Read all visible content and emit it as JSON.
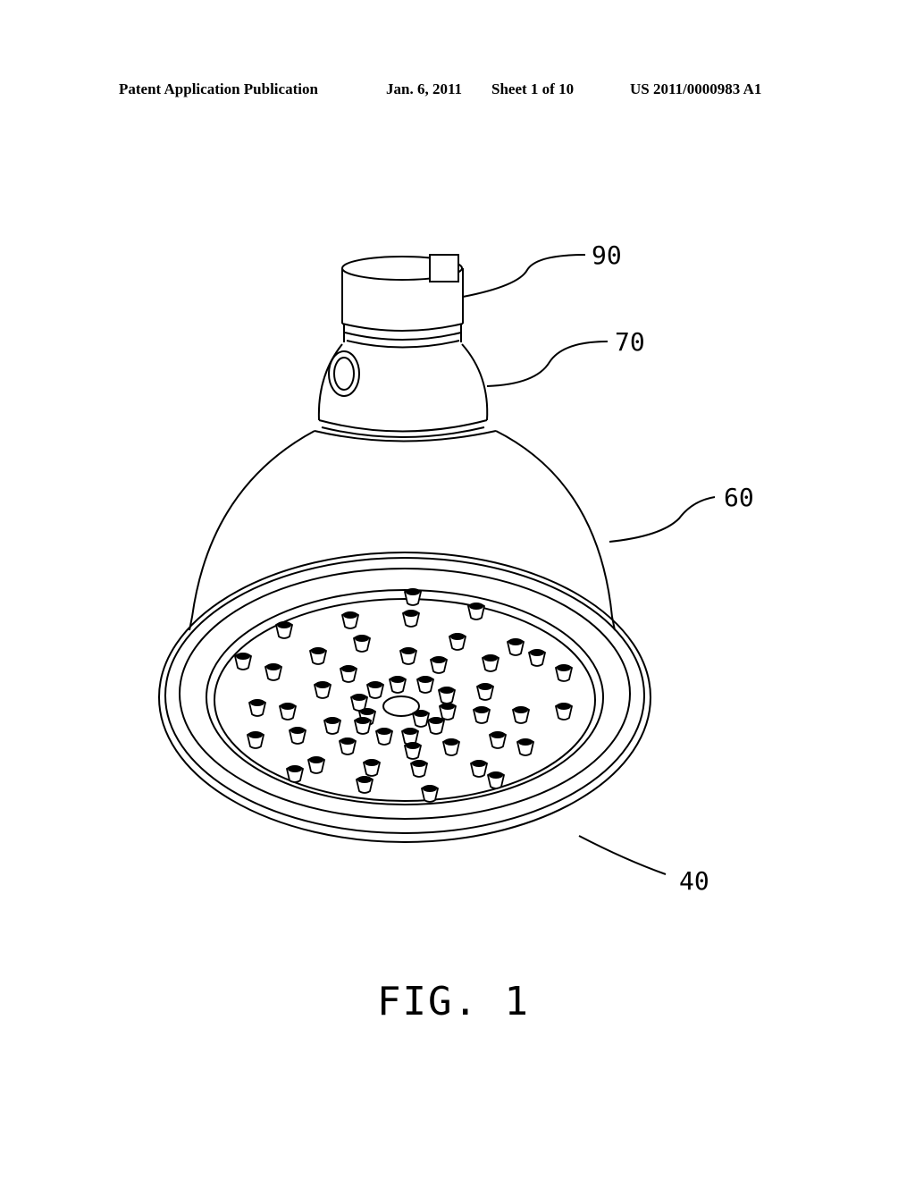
{
  "header": {
    "publication": "Patent Application Publication",
    "date": "Jan. 6, 2011",
    "sheet": "Sheet 1 of 10",
    "number": "US 2011/0000983 A1"
  },
  "figure": {
    "caption": "FIG. 1",
    "reference_labels": {
      "connector": "90",
      "ball_joint": "70",
      "housing": "60",
      "face_plate": "40"
    }
  },
  "colors": {
    "ink": "#000000",
    "paper": "#ffffff"
  }
}
